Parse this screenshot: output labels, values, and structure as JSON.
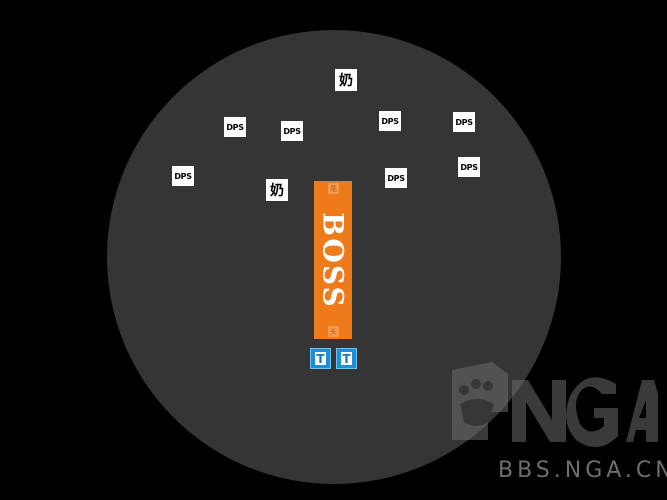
{
  "boss": {
    "label": "BOSS",
    "front_marker": "尾",
    "back_marker": "头"
  },
  "players": {
    "dps": [
      "DPS",
      "DPS",
      "DPS",
      "DPS",
      "DPS",
      "DPS",
      "DPS"
    ],
    "healers": [
      "奶",
      "奶"
    ],
    "tanks": [
      "T",
      "T"
    ]
  },
  "watermark": {
    "logo": "NGA",
    "url": "BBS.NGA.CN"
  },
  "colors": {
    "background": "#000000",
    "arena": "#353535",
    "boss": "#ef7a1a",
    "tank": "#1e8fd6",
    "marker": "#ffffff"
  }
}
